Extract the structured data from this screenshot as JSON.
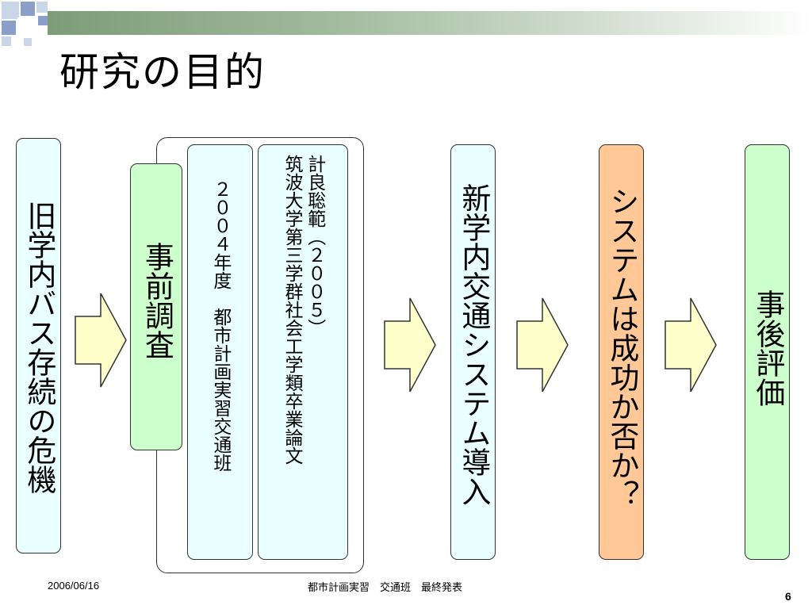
{
  "slide": {
    "title": "研究の目的",
    "page_number": "6"
  },
  "diagram": {
    "boxes": {
      "crisis": "旧学内バス存続の危機",
      "pre_survey": "事前調査",
      "practicum": "２００４年度　都市計画実習交通班",
      "thesis": "計良聡範（２００５）\n筑波大学第三学群社会工学類卒業論文",
      "new_system": "新学内交通システム導入",
      "success": "システムは成功か否か？",
      "post_eval": "事後評価"
    },
    "colors": {
      "blue_box": "#eaffff",
      "green_box": "#ccffcc",
      "orange_box": "#ffc896",
      "arrow_fill": "#ffffcc",
      "header_green": "#7d9c78"
    }
  },
  "footer": {
    "date": "2006/06/16",
    "center": "都市計画実習　交通班　最終発表"
  }
}
